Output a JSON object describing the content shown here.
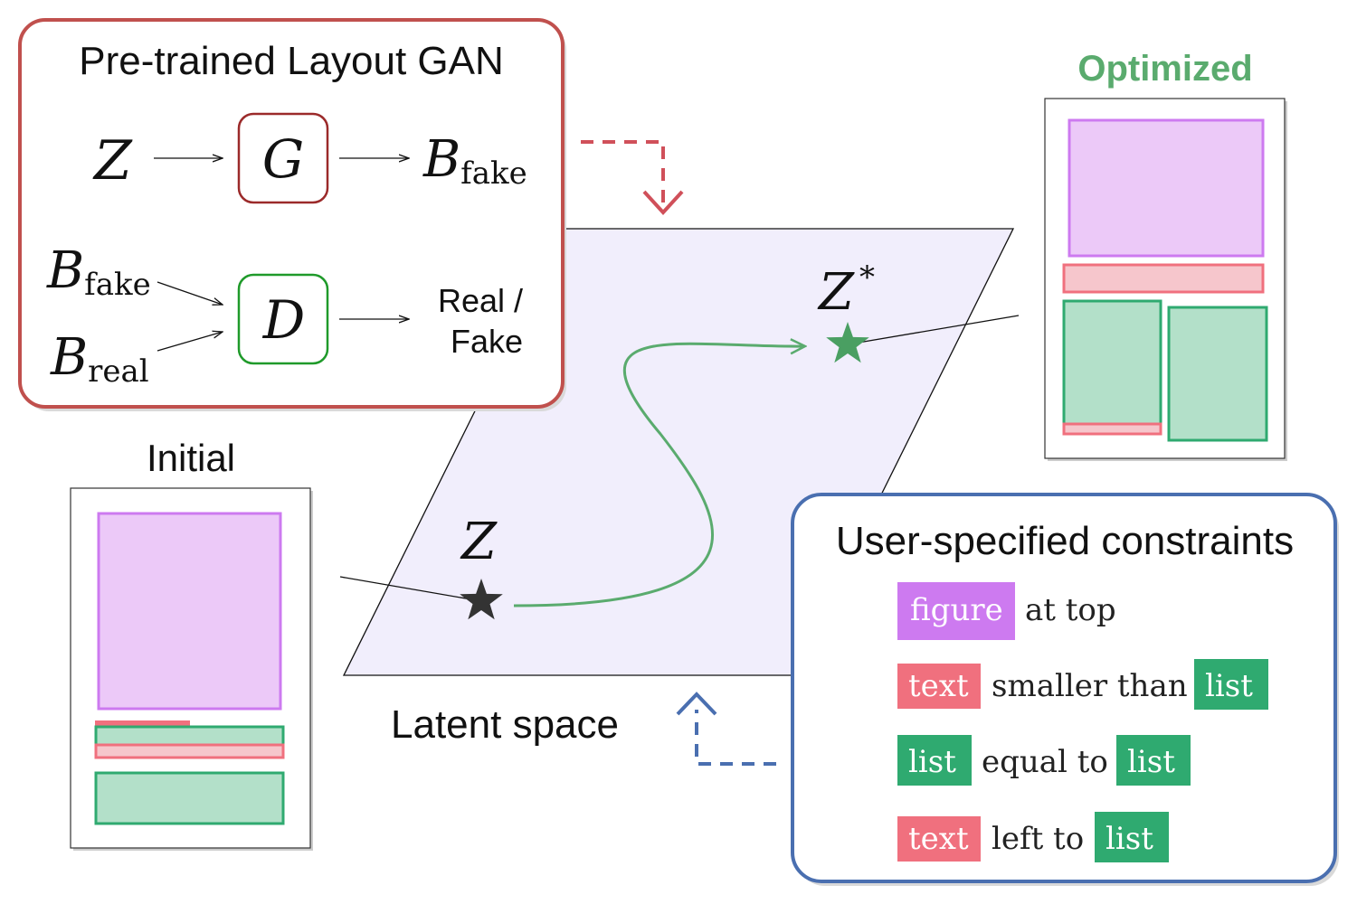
{
  "gan_box": {
    "title": "Pre-trained Layout GAN",
    "z": "Z",
    "generator": "G",
    "discriminator": "D",
    "b": "B",
    "fake_sub": "fake",
    "real_sub": "real",
    "output_real": "Real /",
    "output_fake": "Fake"
  },
  "latent": {
    "label": "Latent space",
    "z_start": "Z",
    "z_opt": "Z",
    "z_opt_sup": "*"
  },
  "initial": {
    "label": "Initial"
  },
  "optimized": {
    "label": "Optimized"
  },
  "constraints": {
    "title": "User-specified constraints",
    "rows": [
      {
        "tag1": "figure",
        "phrase": "at top",
        "tag2": ""
      },
      {
        "tag1": "text",
        "phrase": "smaller than",
        "tag2": "list"
      },
      {
        "tag1": "list",
        "phrase": "equal to",
        "tag2": "list"
      },
      {
        "tag1": "text",
        "phrase": "left to",
        "tag2": "list"
      }
    ]
  },
  "colors": {
    "gan_border": "#c0504d",
    "constraints_border": "#4a6fb0",
    "latent_fill": "#f1eefc",
    "path_green": "#5aab6e",
    "figure": "#cd7af0",
    "text": "#f0707e",
    "list": "#2faa70"
  }
}
